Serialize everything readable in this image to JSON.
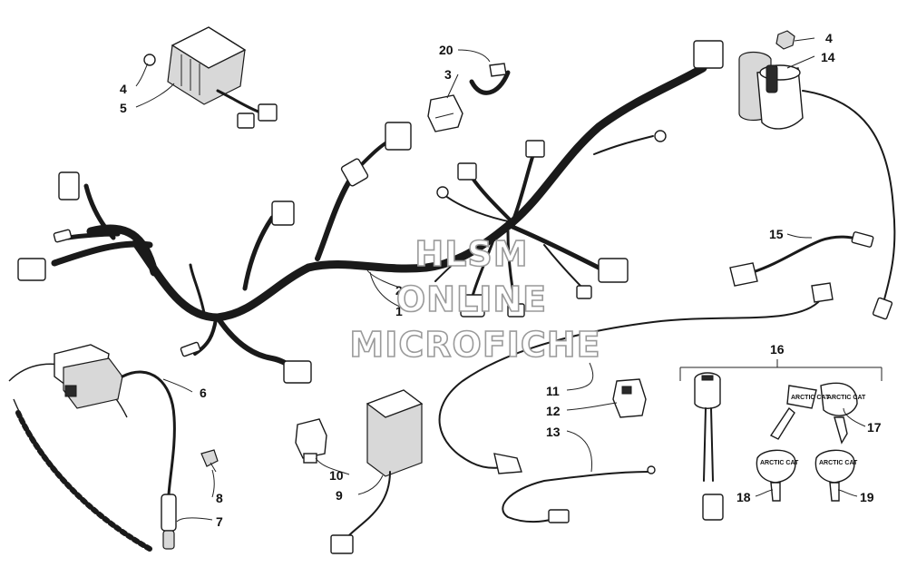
{
  "watermark": {
    "line1": "HLSM",
    "line2": "ONLINE",
    "line3": "MICROFICHE"
  },
  "brand_text": "ARCTIC CAT",
  "callouts": [
    {
      "id": "c1",
      "label": "1"
    },
    {
      "id": "c2",
      "label": "2"
    },
    {
      "id": "c3",
      "label": "3"
    },
    {
      "id": "c4a",
      "label": "4"
    },
    {
      "id": "c4b",
      "label": "4"
    },
    {
      "id": "c5",
      "label": "5"
    },
    {
      "id": "c6",
      "label": "6"
    },
    {
      "id": "c7",
      "label": "7"
    },
    {
      "id": "c8",
      "label": "8"
    },
    {
      "id": "c9",
      "label": "9"
    },
    {
      "id": "c10",
      "label": "10"
    },
    {
      "id": "c11",
      "label": "11"
    },
    {
      "id": "c12",
      "label": "12"
    },
    {
      "id": "c13",
      "label": "13"
    },
    {
      "id": "c14",
      "label": "14"
    },
    {
      "id": "c15",
      "label": "15"
    },
    {
      "id": "c16",
      "label": "16"
    },
    {
      "id": "c17",
      "label": "17"
    },
    {
      "id": "c18",
      "label": "18"
    },
    {
      "id": "c19",
      "label": "19"
    },
    {
      "id": "c20",
      "label": "20"
    }
  ]
}
